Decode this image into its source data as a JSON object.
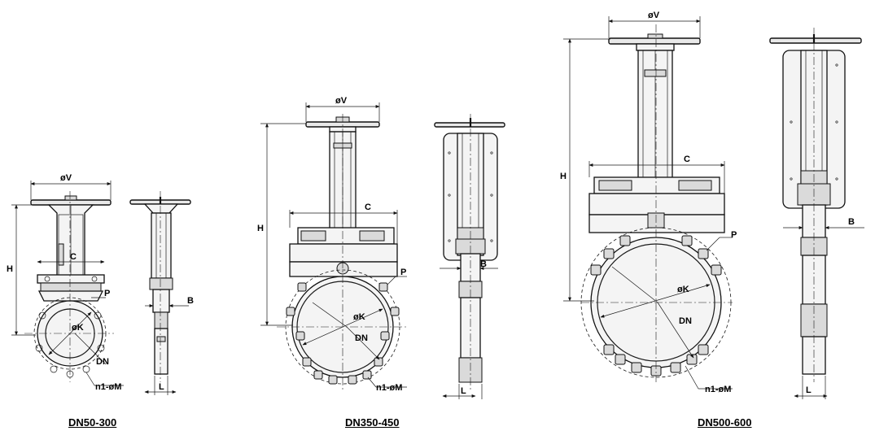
{
  "captions": {
    "small": "DN50-300",
    "medium": "DN350-450",
    "large": "DN500-600"
  },
  "labels": {
    "handwheel_diameter": "øV",
    "height": "H",
    "flange_width": "C",
    "pitch": "P",
    "bolt_circle": "øK",
    "nominal_diameter": "DN",
    "bolt_holes": "n1-øM",
    "side_width": "B",
    "length": "L"
  }
}
